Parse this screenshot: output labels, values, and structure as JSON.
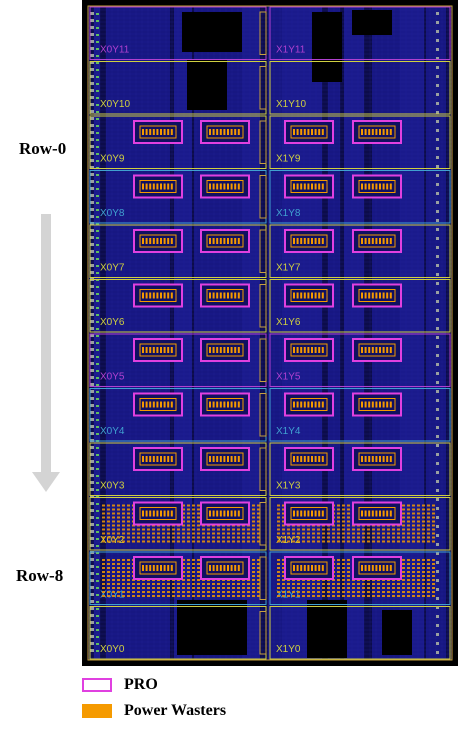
{
  "row_labels": {
    "top": "Row-0",
    "bottom": "Row-8"
  },
  "legend": [
    {
      "label": "PRO",
      "style": "outline",
      "color": "#e040e0"
    },
    {
      "label": "Power Wasters",
      "style": "fill",
      "color": "#f59a00"
    }
  ],
  "regions": [
    {
      "left": "X0Y11",
      "right": "X1Y11",
      "color": "#b040d0"
    },
    {
      "left": "X0Y10",
      "right": "X1Y10",
      "color": "#d0d040"
    },
    {
      "left": "X0Y9",
      "right": "X1Y9",
      "color": "#d0d040"
    },
    {
      "left": "X0Y8",
      "right": "X1Y8",
      "color": "#40a0d0"
    },
    {
      "left": "X0Y7",
      "right": "X1Y7",
      "color": "#d0d040"
    },
    {
      "left": "X0Y6",
      "right": "X1Y6",
      "color": "#d0d040"
    },
    {
      "left": "X0Y5",
      "right": "X1Y5",
      "color": "#b040d0"
    },
    {
      "left": "X0Y4",
      "right": "X1Y4",
      "color": "#40a0d0"
    },
    {
      "left": "X0Y3",
      "right": "X1Y3",
      "color": "#d0d040"
    },
    {
      "left": "X0Y2",
      "right": "X1Y2",
      "color": "#d0d040"
    },
    {
      "left": "X0Y1",
      "right": "X1Y1",
      "color": "#40a0d0"
    },
    {
      "left": "X0Y0",
      "right": "X1Y0",
      "color": "#d0d040"
    }
  ],
  "pro_rows": [
    2,
    3,
    4,
    5,
    6,
    7,
    8,
    9,
    10
  ],
  "power_waster_rows": [
    9,
    10
  ],
  "colors": {
    "background": "#000000",
    "fabric_blue": "#1a1a8c",
    "pro_outline": "#e040e0",
    "power_waster": "#f59a00"
  }
}
